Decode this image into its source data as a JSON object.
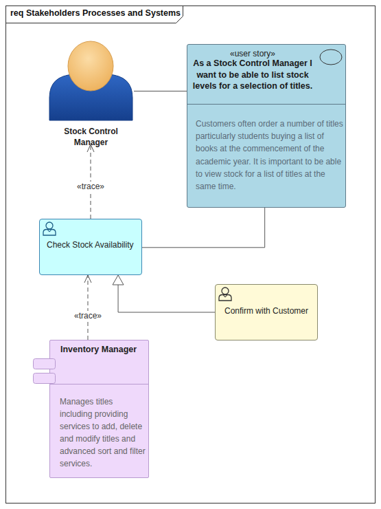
{
  "diagram": {
    "title": "req Stakeholders Processes and Systems",
    "nodes": [
      {
        "text": [
          "Stock Control Manager"
        ]
      },
      {
        "text": [
          "«user story»",
          "As a Stock Control Manager I want to be able to list stock levels for a selection of titles.",
          "Customers often order a number of titles particularly students buying a list of books at the commencement of the academic year. It is important to be able to view stock for a list of titles at the same time."
        ]
      },
      {
        "text": [
          "Check Stock Availability"
        ]
      },
      {
        "text": [
          "Confirm with Customer"
        ]
      },
      {
        "text": [
          "Inventory Manager",
          "Manages titles including providing services to add, delete and modify titles and advanced sort and filter services."
        ]
      }
    ],
    "edges": [
      {
        "from": 0,
        "to": 1,
        "arrow": "none"
      },
      {
        "from": 2,
        "to": 0,
        "label": "«trace»",
        "arrow": "to"
      },
      {
        "from": 2,
        "to": 1,
        "arrow": "none"
      },
      {
        "from": 3,
        "to": 2,
        "arrow": "to"
      },
      {
        "from": 4,
        "to": 2,
        "label": "«trace»",
        "arrow": "to"
      }
    ]
  }
}
